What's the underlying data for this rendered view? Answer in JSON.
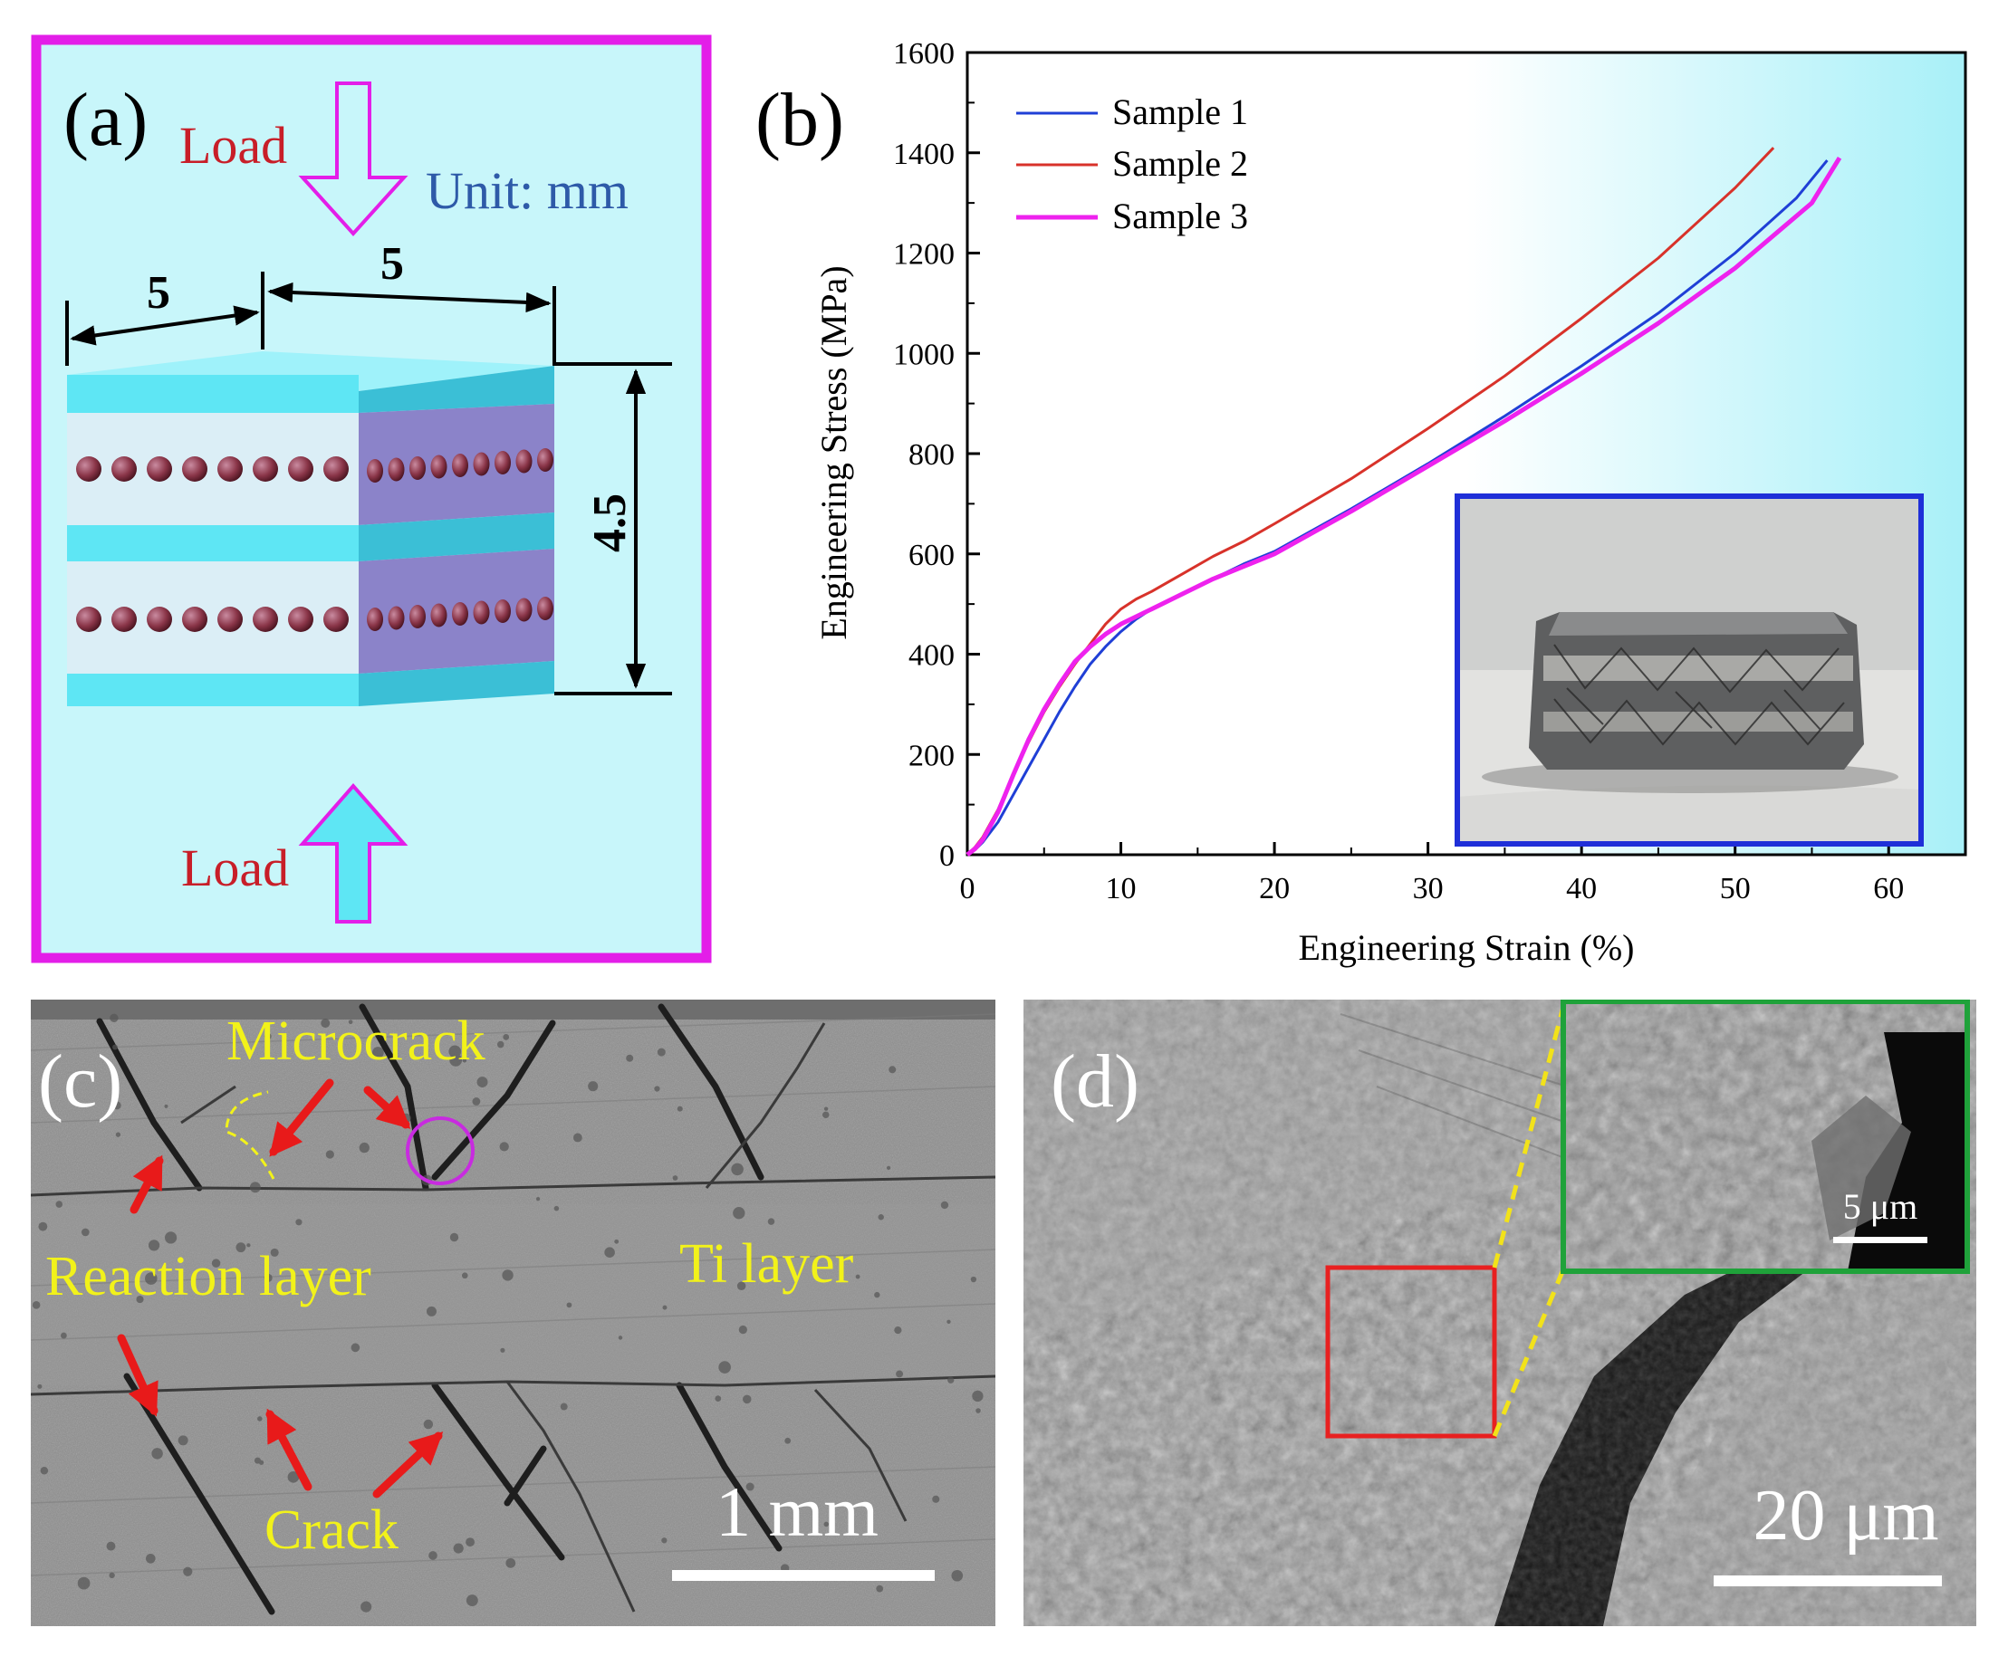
{
  "panel_a": {
    "label": "(a)",
    "load_top": "Load",
    "load_bottom": "Load",
    "unit": "Unit: mm",
    "dim_left": "5",
    "dim_right": "5",
    "dim_height": "4.5",
    "colors": {
      "frame": "#e31ee8",
      "background": "#c8f6fa",
      "cyan": "#5ee6f4",
      "violet": "#8b83c9",
      "particle": "#7a2d3d",
      "load_text": "#c81e28",
      "unit_text": "#2e5aa8"
    }
  },
  "panel_b": {
    "label": "(b)",
    "colors": {
      "sample1": "#1f3fd6",
      "sample2": "#d8322a",
      "sample3": "#ee22ee",
      "inset_frame": "#1f2fd8"
    }
  },
  "panel_c": {
    "label": "(c)",
    "microcrack": "Microcrack",
    "reaction_layer": "Reaction layer",
    "ti_layer": "Ti layer",
    "crack": "Crack",
    "scale_bar": "1 mm",
    "colors": {
      "annotation_text": "#f2f21a",
      "arrow": "#e81a1a",
      "circle": "#c82be0"
    }
  },
  "panel_d": {
    "label": "(d)",
    "scale_bar": "20 μm",
    "inset_scale_bar": "5 μm",
    "colors": {
      "roi_box": "#e82020",
      "inset_frame": "#1fa23a",
      "connector": "#f2e21a"
    }
  },
  "chart_data": {
    "type": "line",
    "xlabel": "Engineering Strain (%)",
    "ylabel": "Engineering Stress (MPa)",
    "xlim": [
      0,
      65
    ],
    "ylim": [
      0,
      1600
    ],
    "xticks": [
      0,
      10,
      20,
      30,
      40,
      50,
      60
    ],
    "yticks": [
      0,
      200,
      400,
      600,
      800,
      1000,
      1200,
      1400,
      1600
    ],
    "legend_position": "top-left",
    "grid": false,
    "series": [
      {
        "name": "Sample 1",
        "x": [
          0,
          0.5,
          1,
          2,
          3,
          4,
          5,
          6,
          7,
          8,
          9,
          10,
          11,
          12,
          14,
          16,
          18,
          20,
          25,
          30,
          35,
          40,
          45,
          50,
          54,
          56
        ],
        "y": [
          0,
          10,
          25,
          65,
          120,
          175,
          230,
          285,
          335,
          380,
          415,
          445,
          470,
          490,
          520,
          550,
          580,
          605,
          690,
          780,
          875,
          975,
          1080,
          1200,
          1310,
          1385
        ]
      },
      {
        "name": "Sample 2",
        "x": [
          0,
          0.5,
          1,
          2,
          3,
          4,
          5,
          6,
          7,
          8,
          9,
          10,
          11,
          12,
          14,
          16,
          18,
          20,
          25,
          30,
          35,
          40,
          45,
          50,
          52.5
        ],
        "y": [
          0,
          15,
          35,
          90,
          160,
          225,
          285,
          335,
          380,
          420,
          460,
          490,
          510,
          525,
          560,
          595,
          625,
          660,
          750,
          850,
          955,
          1070,
          1190,
          1330,
          1410
        ]
      },
      {
        "name": "Sample 3",
        "x": [
          0,
          0.5,
          1,
          2,
          3,
          4,
          5,
          6,
          7,
          8,
          9,
          10,
          11,
          12,
          14,
          16,
          18,
          20,
          25,
          30,
          35,
          40,
          45,
          50,
          55,
          56.8
        ],
        "y": [
          0,
          12,
          30,
          85,
          160,
          230,
          290,
          340,
          385,
          415,
          440,
          460,
          475,
          490,
          520,
          550,
          575,
          600,
          685,
          775,
          865,
          960,
          1060,
          1170,
          1300,
          1390
        ]
      }
    ]
  }
}
